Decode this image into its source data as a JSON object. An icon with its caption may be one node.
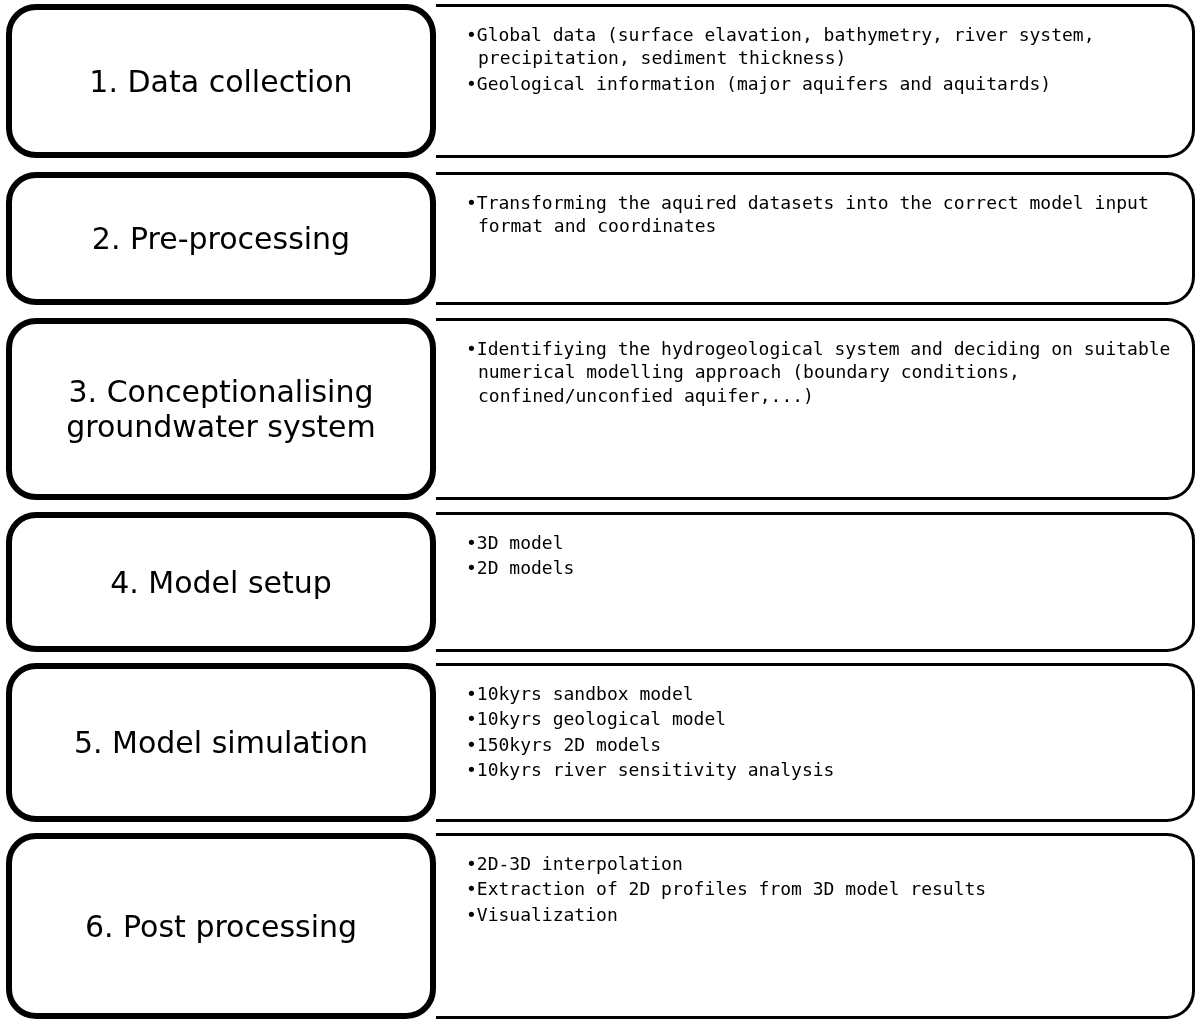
{
  "diagram": {
    "nodes": [
      {
        "text": [
          "1. Data collection"
        ]
      },
      {
        "text": [
          "•Global data (surface elavation, bathymetry, river system, precipitation, sediment thickness)",
          "•Geological information (major aquifers and aquitards)"
        ]
      },
      {
        "text": [
          "2. Pre-processing"
        ]
      },
      {
        "text": [
          "•Transforming the aquired datasets into the correct model input format and coordinates"
        ]
      },
      {
        "text": [
          "3. Conceptionalising groundwater system"
        ]
      },
      {
        "text": [
          "•Identifiying the hydrogeological system and deciding on suitable numerical modelling approach (boundary conditions, confined/unconfied aquifer,...)"
        ]
      },
      {
        "text": [
          "4. Model setup"
        ]
      },
      {
        "text": [
          "•3D model",
          "•2D models"
        ]
      },
      {
        "text": [
          "5. Model simulation"
        ]
      },
      {
        "text": [
          "•10kyrs sandbox model",
          "•10kyrs geological model",
          "•150kyrs 2D models",
          "•10kyrs river sensitivity analysis"
        ]
      },
      {
        "text": [
          "6. Post processing"
        ]
      },
      {
        "text": [
          "•2D-3D interpolation",
          "•Extraction of 2D profiles from 3D model results",
          "•Visualization"
        ]
      }
    ],
    "edges": []
  }
}
